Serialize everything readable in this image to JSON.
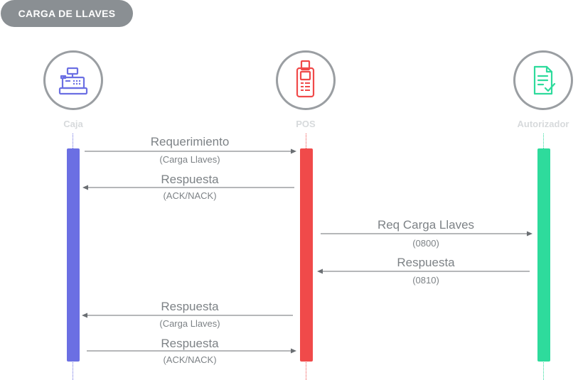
{
  "header": {
    "title": "CARGA DE LLAVES"
  },
  "actors": [
    {
      "id": "caja",
      "label": "Caja",
      "icon": "cash-register-icon",
      "color": "#6b6fe3"
    },
    {
      "id": "pos",
      "label": "POS",
      "icon": "pos-terminal-icon",
      "color": "#f04a4a"
    },
    {
      "id": "autorizador",
      "label": "Autorizador",
      "icon": "document-check-icon",
      "color": "#2edb9c"
    }
  ],
  "messages": [
    {
      "from": "caja",
      "to": "pos",
      "label": "Requerimiento",
      "sublabel": "(Carga Llaves)"
    },
    {
      "from": "pos",
      "to": "caja",
      "label": "Respuesta",
      "sublabel": "(ACK/NACK)"
    },
    {
      "from": "pos",
      "to": "autorizador",
      "label": "Req Carga Llaves",
      "sublabel": "(0800)"
    },
    {
      "from": "autorizador",
      "to": "pos",
      "label": "Respuesta",
      "sublabel": "(0810)"
    },
    {
      "from": "pos",
      "to": "caja",
      "label": "Respuesta",
      "sublabel": "(Carga Llaves)"
    },
    {
      "from": "caja",
      "to": "pos",
      "label": "Respuesta",
      "sublabel": "(ACK/NACK)"
    }
  ],
  "colors": {
    "badge_bg": "#8a8f93",
    "circle_border": "#9a9ea2",
    "text": "#7d8286",
    "actor_label": "#d7dadc",
    "arrow": "#6b6f73"
  }
}
